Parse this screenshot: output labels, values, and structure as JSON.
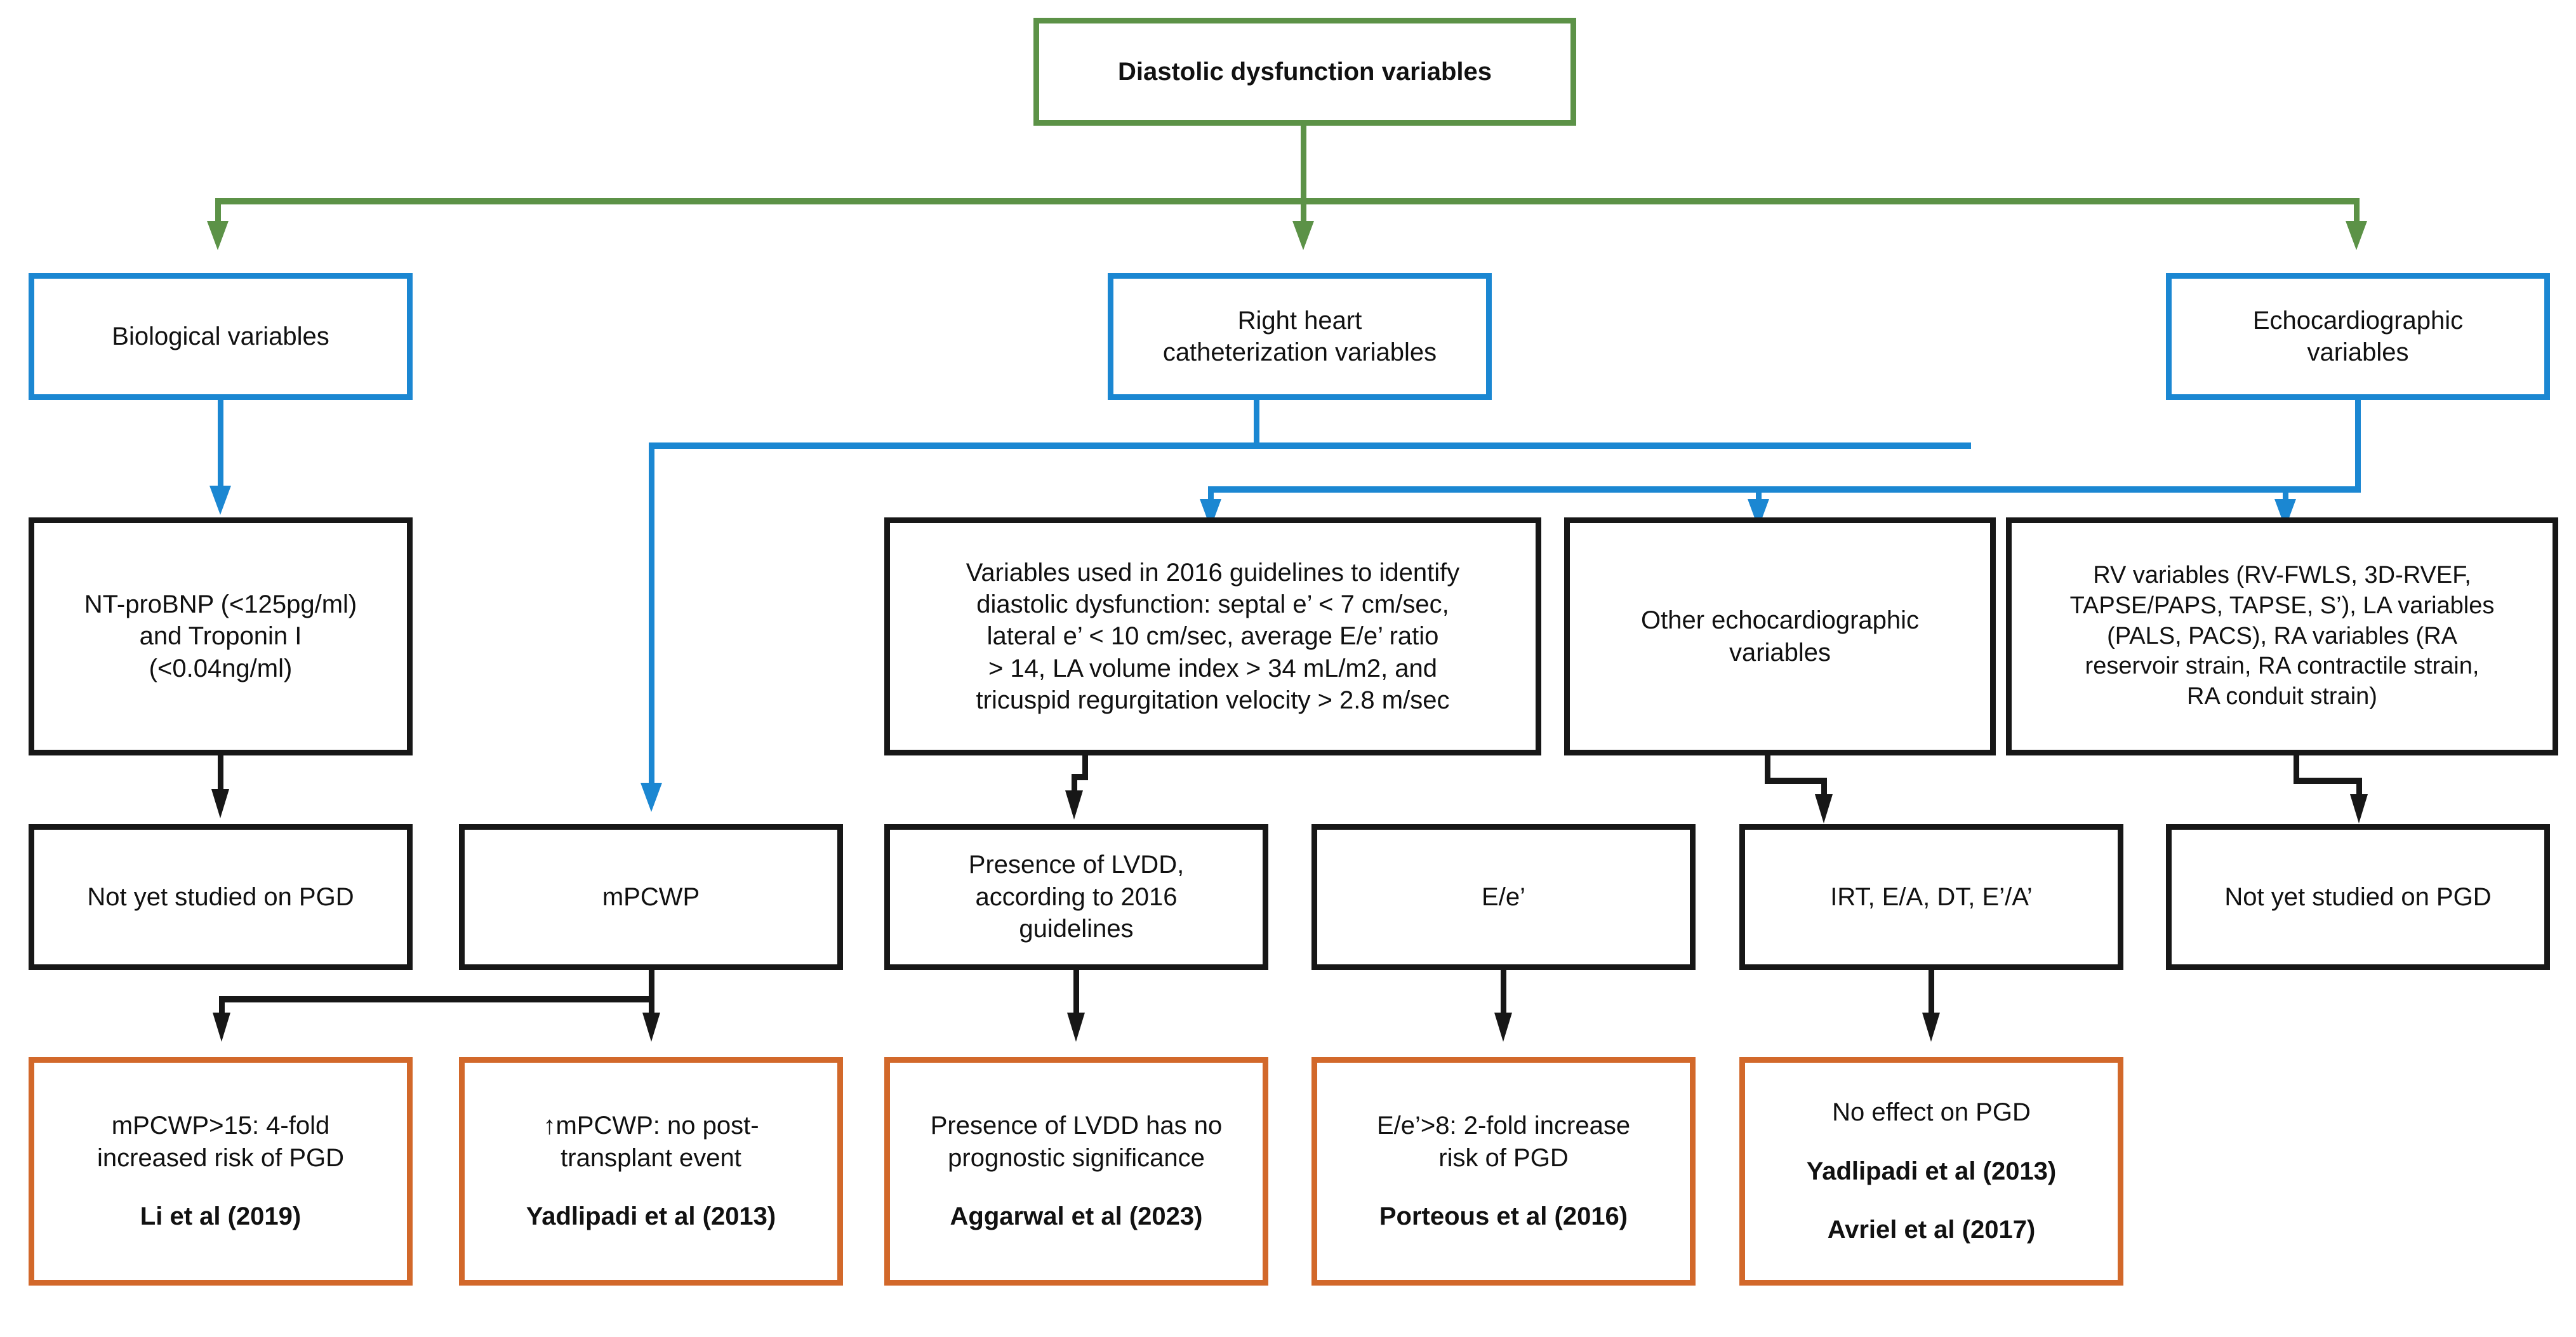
{
  "figure": {
    "title": "Diastolic dysfunction variables flowchart",
    "colors": {
      "level1_border": "#5c9247",
      "level2_border": "#1b87d2",
      "level3_border": "#171717",
      "outcome_border": "#d2682a",
      "text": "#111111",
      "background": "#ffffff"
    }
  },
  "root": {
    "label": "Diastolic dysfunction variables"
  },
  "categories": [
    {
      "id": "biological",
      "label": "Biological variables"
    },
    {
      "id": "rhc",
      "label_line1": "Right heart",
      "label_line2": "catheterization variables"
    },
    {
      "id": "echo",
      "label_line1": "Echocardiographic",
      "label_line2": "variables"
    }
  ],
  "variables": [
    {
      "id": "biomarkers",
      "line1": "NT-proBNP (<125pg/ml)",
      "line2": "and Troponin I",
      "line3": "(<0.04ng/ml)"
    },
    {
      "id": "guidelines2016",
      "line1": "Variables used in 2016 guidelines to identify",
      "line2": "diastolic dysfunction: septal e’ < 7 cm/sec,",
      "line3": "lateral e’ < 10 cm/sec, average E/e’ ratio",
      "line4": "> 14, LA volume index > 34 mL/m2, and",
      "line5": "tricuspid regurgitation velocity > 2.8 m/sec"
    },
    {
      "id": "other_echo",
      "line1": "Other echocardiographic",
      "line2": "variables"
    },
    {
      "id": "rv_la_ra",
      "line1": "RV variables (RV-FWLS, 3D-RVEF,",
      "line2": "TAPSE/PAPS, TAPSE, S’), LA variables",
      "line3": "(PALS, PACS), RA variables (RA",
      "line4": "reservoir strain, RA contractile strain,",
      "line5": "RA conduit strain)"
    }
  ],
  "measures": [
    {
      "id": "bio_none",
      "label": "Not yet studied on PGD"
    },
    {
      "id": "mpcwp",
      "label": "mPCWP"
    },
    {
      "id": "lvdd",
      "line1": "Presence of LVDD,",
      "line2": "according to 2016",
      "line3": "guidelines"
    },
    {
      "id": "eoverе",
      "label": "E/e’"
    },
    {
      "id": "irt_group",
      "label": "IRT, E/A, DT, E’/A’"
    },
    {
      "id": "echo_none",
      "label": "Not yet studied on PGD"
    }
  ],
  "outcomes": [
    {
      "id": "out_li",
      "line1": "mPCWP>15: 4-fold",
      "line2": "increased risk of PGD",
      "citations": [
        "Li et al (2019)"
      ]
    },
    {
      "id": "out_yadlipadi_rhc",
      "line1": "↑mPCWP: no post-",
      "line2": "transplant event",
      "citations": [
        "Yadlipadi et al (2013)"
      ]
    },
    {
      "id": "out_aggarwal",
      "line1": "Presence of LVDD has no",
      "line2": "prognostic significance",
      "citations": [
        "Aggarwal et al (2023)"
      ]
    },
    {
      "id": "out_porteous",
      "line1": "E/e’>8: 2-fold increase",
      "line2": "risk of PGD",
      "citations": [
        "Porteous et al (2016)"
      ]
    },
    {
      "id": "out_noeffect",
      "line1": "No effect on PGD",
      "citations": [
        "Yadlipadi et al (2013)",
        "Avriel et al (2017)"
      ]
    }
  ]
}
